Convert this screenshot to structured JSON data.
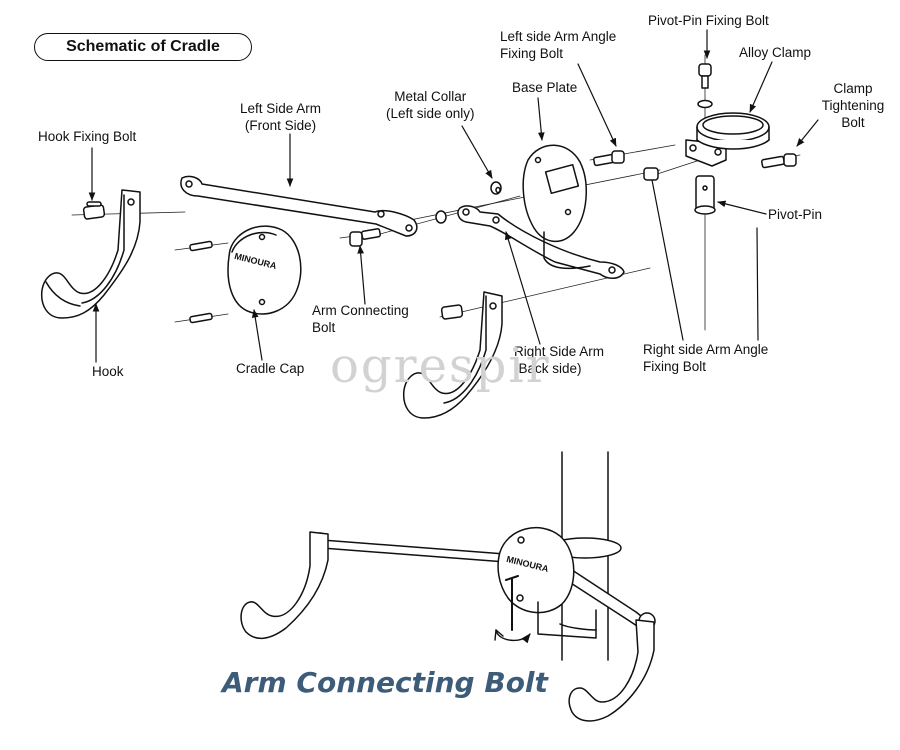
{
  "title": "Schematic of Cradle",
  "labels": {
    "hook_fixing_bolt": "Hook Fixing Bolt",
    "left_side_arm": [
      "Left Side Arm",
      "(Front Side)"
    ],
    "metal_collar": [
      "Metal Collar",
      "(Left side only)"
    ],
    "base_plate": "Base Plate",
    "left_arm_angle_bolt": [
      "Left side Arm Angle",
      "Fixing Bolt"
    ],
    "pivot_pin_fixing_bolt": "Pivot-Pin Fixing Bolt",
    "alloy_clamp": "Alloy Clamp",
    "clamp_tightening_bolt": [
      "Clamp",
      "Tightening",
      "Bolt"
    ],
    "pivot_pin": "Pivot-Pin",
    "arm_connecting_bolt": [
      "Arm Connecting",
      "Bolt"
    ],
    "right_side_arm": [
      "Right Side Arm",
      "(Back side)"
    ],
    "right_arm_angle_bolt": [
      "Right side Arm Angle",
      "Fixing Bolt"
    ],
    "hook": "Hook",
    "cradle_cap": "Cradle Cap"
  },
  "cap_brand": "MINOURA",
  "watermark": "ogrespir",
  "caption": "Arm Connecting Bolt"
}
